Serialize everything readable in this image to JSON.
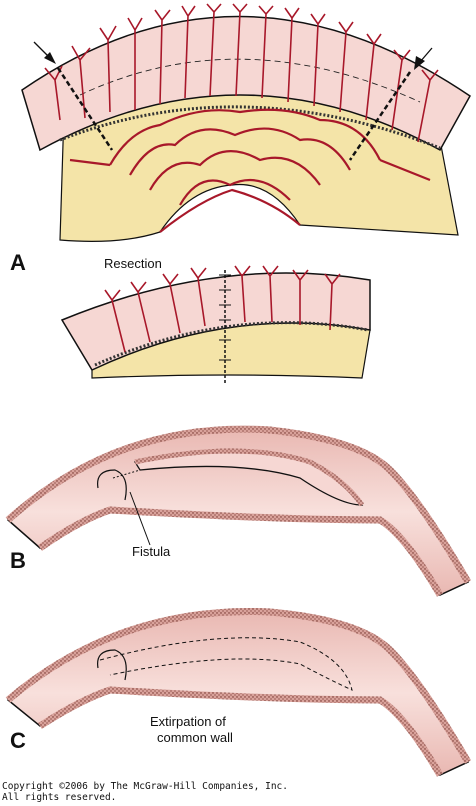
{
  "figure": {
    "panels": [
      {
        "letter": "A",
        "caption": "Resection"
      },
      {
        "letter": "B",
        "caption": "Fistula"
      },
      {
        "letter": "C",
        "caption_lines": [
          "Extirpation of",
          "common wall"
        ]
      }
    ],
    "copyright_lines": [
      "Copyright ©2006 by The McGraw-Hill Companies, Inc.",
      "All rights reserved."
    ]
  },
  "colors": {
    "bowel_wall_pink": "#f6d7d3",
    "bowel_wall_shadow": "#e8b3ad",
    "mesentery_yellow": "#f4e4a8",
    "vessel_red": "#a8182a",
    "outline": "#111111"
  }
}
